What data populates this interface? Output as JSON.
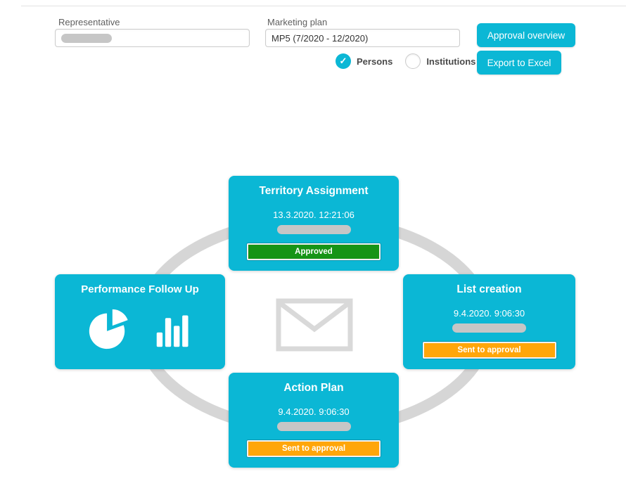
{
  "colors": {
    "accent": "#0bb7d5",
    "green": "#169416",
    "orange": "#ffa60a",
    "pill": "#c6c6c6",
    "line": "#d6d6d6",
    "envelope": "#d9d9d9"
  },
  "icons": {
    "check": "✓"
  },
  "header": {
    "representative": {
      "label": "Representative"
    },
    "marketing_plan": {
      "label": "Marketing plan",
      "value": "MP5 (7/2020 - 12/2020)"
    },
    "filters": {
      "persons": "Persons",
      "institutions": "Institutions"
    },
    "buttons": {
      "approval_overview": "Approval overview",
      "export_to_excel": "Export to Excel"
    }
  },
  "workflow": {
    "territory_assignment": {
      "title": "Territory Assignment",
      "timestamp": "13.3.2020. 12:21:06",
      "status": "Approved"
    },
    "list_creation": {
      "title": "List creation",
      "timestamp": "9.4.2020. 9:06:30",
      "status": "Sent to approval"
    },
    "action_plan": {
      "title": "Action Plan",
      "timestamp": "9.4.2020. 9:06:30",
      "status": "Sent to approval"
    },
    "performance_follow_up": {
      "title": "Performance Follow Up"
    }
  }
}
